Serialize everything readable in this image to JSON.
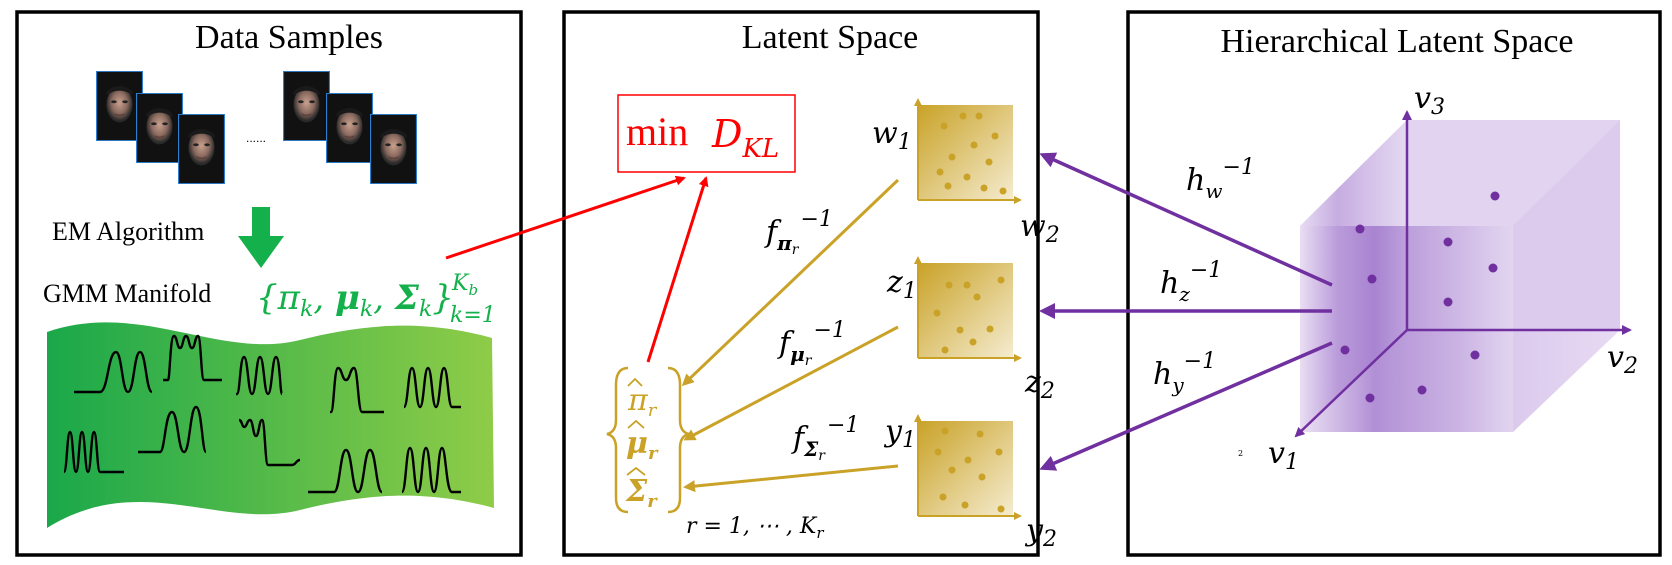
{
  "panels": {
    "data_samples": {
      "title": "Data Samples",
      "em_label": "EM Algorithm",
      "gmm_label": "GMM Manifold",
      "gmm_params": "{π",
      "gmm_mu": "μ",
      "gmm_sigma": "Σ",
      "gmm_k": "k",
      "gmm_sub_k_eq_1": "k=1",
      "gmm_sup_Kb": "K",
      "gmm_sup_b": "b",
      "ellipsis": "......"
    },
    "latent_space": {
      "title": "Latent Space",
      "objective_min": "min",
      "objective_D": "D",
      "objective_sub": "KL",
      "f_label": "f",
      "f_sup": "−1",
      "f_pi_sub": "π",
      "f_mu_sub": "μ",
      "f_sigma_sub": "Σ",
      "r_sub": "r",
      "w_axis_y": "w",
      "w_axis_x": "w",
      "z_axis_y": "z",
      "z_axis_x": "z",
      "y_axis_y": "y",
      "y_axis_x": "y",
      "sub_1": "1",
      "sub_2": "2",
      "hat_pi": "π",
      "hat_mu": "μ",
      "hat_sigma": "Σ",
      "r_range": "r = 1, ⋯ , K",
      "r_range_sub": "r"
    },
    "hierarchical": {
      "title": "Hierarchical Latent Space",
      "h_label": "h",
      "h_sup": "−1",
      "h_w_sub": "w",
      "h_z_sub": "z",
      "h_y_sub": "y",
      "v_label": "v",
      "v1_sub": "1",
      "v2_sub": "2",
      "v3_sub": "3",
      "tiny_mark": "2"
    }
  },
  "colors": {
    "green": "#14b04b",
    "red": "#ff0000",
    "gold": "#c9a227",
    "purple": "#7030a0"
  },
  "icons": {
    "face_images": "face-thumbnail-icon",
    "down_arrow": "green-down-arrow-icon"
  }
}
